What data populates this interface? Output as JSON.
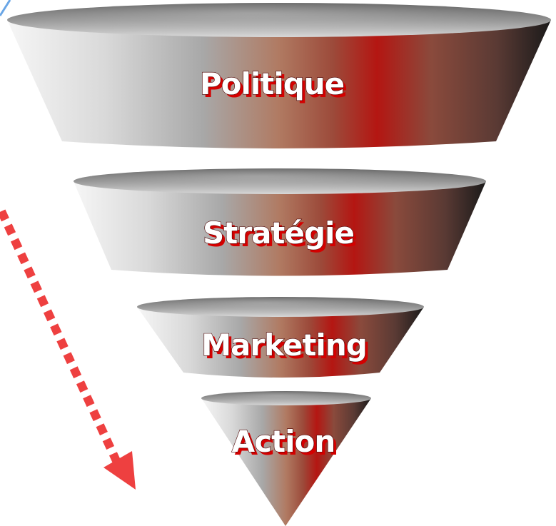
{
  "funnel": {
    "levels": [
      {
        "label": "Politique"
      },
      {
        "label": "Stratégie"
      },
      {
        "label": "Marketing"
      },
      {
        "label": "Action"
      }
    ]
  },
  "colors": {
    "metal_light": "#f4f4f4",
    "metal_mid": "#a9a9a9",
    "copper": "#9c5a45",
    "red": "#b01412",
    "dark": "#1e1e1e",
    "label_fill": "#ffffff",
    "label_shadow": "#d40000",
    "arrow": "#ee4040",
    "corner_line": "#6aa6e6"
  },
  "icons": {
    "arrow": "dotted-down-arrow-icon"
  }
}
